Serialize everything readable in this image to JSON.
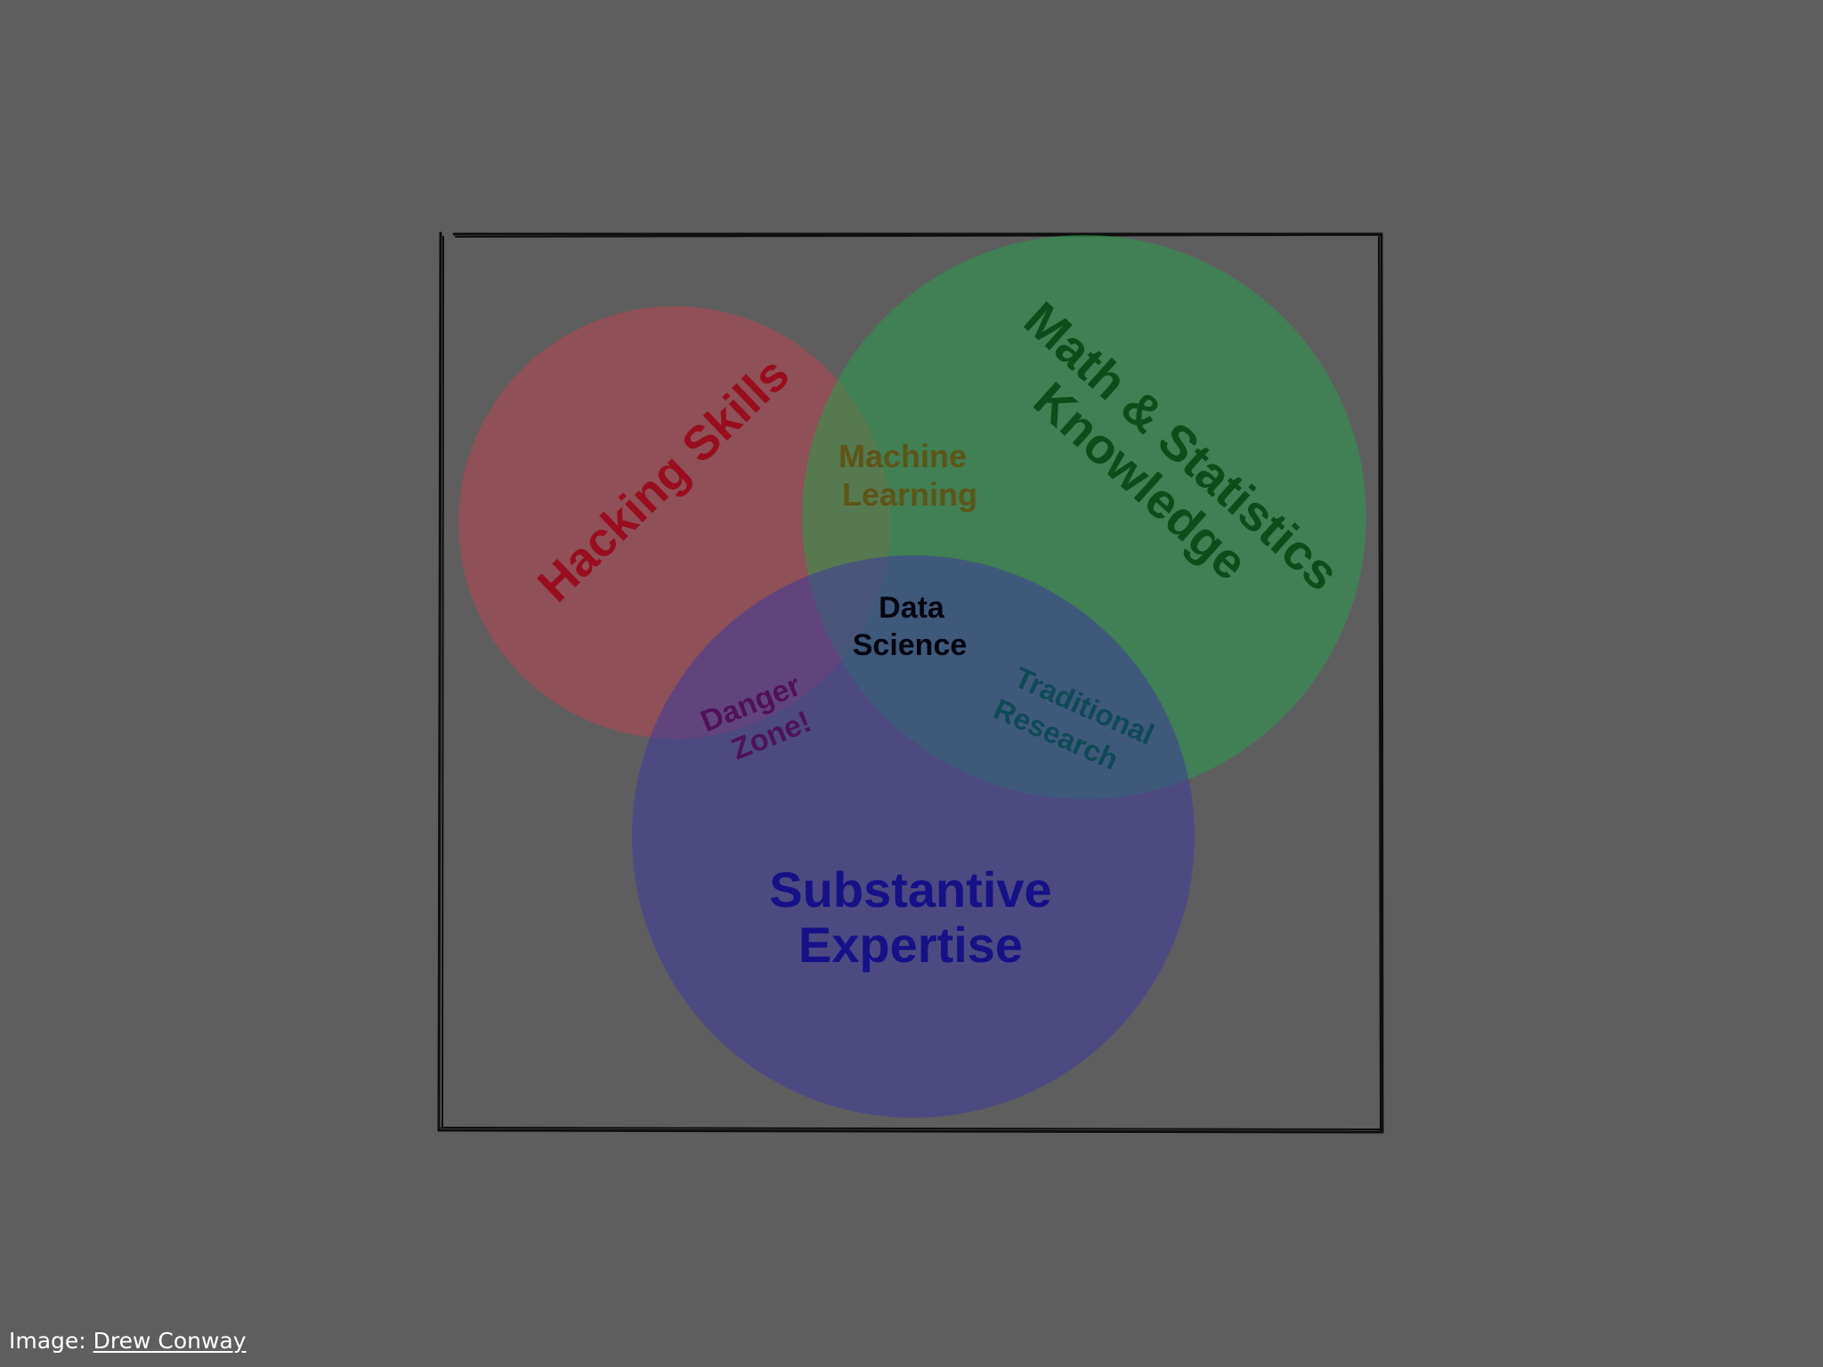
{
  "diagram": {
    "circles": {
      "hacking": {
        "label": "Hacking Skills",
        "color": "#b84650"
      },
      "math": {
        "line1": "Math & Statistics",
        "line2": "Knowledge",
        "color": "#2a9a4b"
      },
      "substantive": {
        "line1": "Substantive",
        "line2": "Expertise",
        "color": "#3e3a9a"
      }
    },
    "overlaps": {
      "machine_learning": {
        "line1": "Machine",
        "line2": "Learning"
      },
      "data_science": {
        "line1": "Data",
        "line2": "Science"
      },
      "danger_zone": {
        "line1": "Danger",
        "line2": "Zone!"
      },
      "traditional_research": {
        "line1": "Traditional",
        "line2": "Research"
      }
    },
    "label_colors": {
      "hacking": "#9a0d1e",
      "math": "#0c4e1a",
      "substantive": "#161188",
      "machine_learning": "#5e5517",
      "data_science": "#050510",
      "danger_zone": "#4f125a",
      "traditional_research": "#0f4a56"
    }
  },
  "caption": {
    "prefix": "Image: ",
    "link_text": "Drew Conway"
  }
}
